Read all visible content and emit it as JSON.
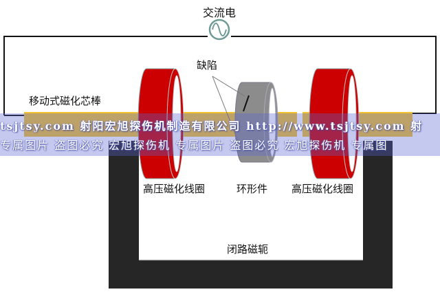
{
  "diagram": {
    "labels": {
      "ac_source": "交流电",
      "defect": "缺陷",
      "movable_core_rod": "移动式磁化芯棒",
      "coil_left": "高压磁化线圈",
      "ring_part": "环形件",
      "coil_right": "高压磁化线圈",
      "closed_yoke": "闭路磁轭"
    },
    "icons": {
      "ac_source_symbol": "sine-wave-in-circle"
    },
    "colors": {
      "coil": "#cc0000",
      "ring": "#8c8c8c",
      "rod": "#f2c230",
      "yoke": "#262626",
      "wire": "#111111",
      "ac_symbol": "#6f9a96"
    }
  },
  "watermark": {
    "line1": "tsjtsy.com 射阳宏旭探伤机制造有限公司  http://www.tsjtsy.com 射",
    "line2": "专属图片 盗图必究   宏旭探伤机 专属图片 盗图必究   宏旭探伤机 专属图"
  }
}
